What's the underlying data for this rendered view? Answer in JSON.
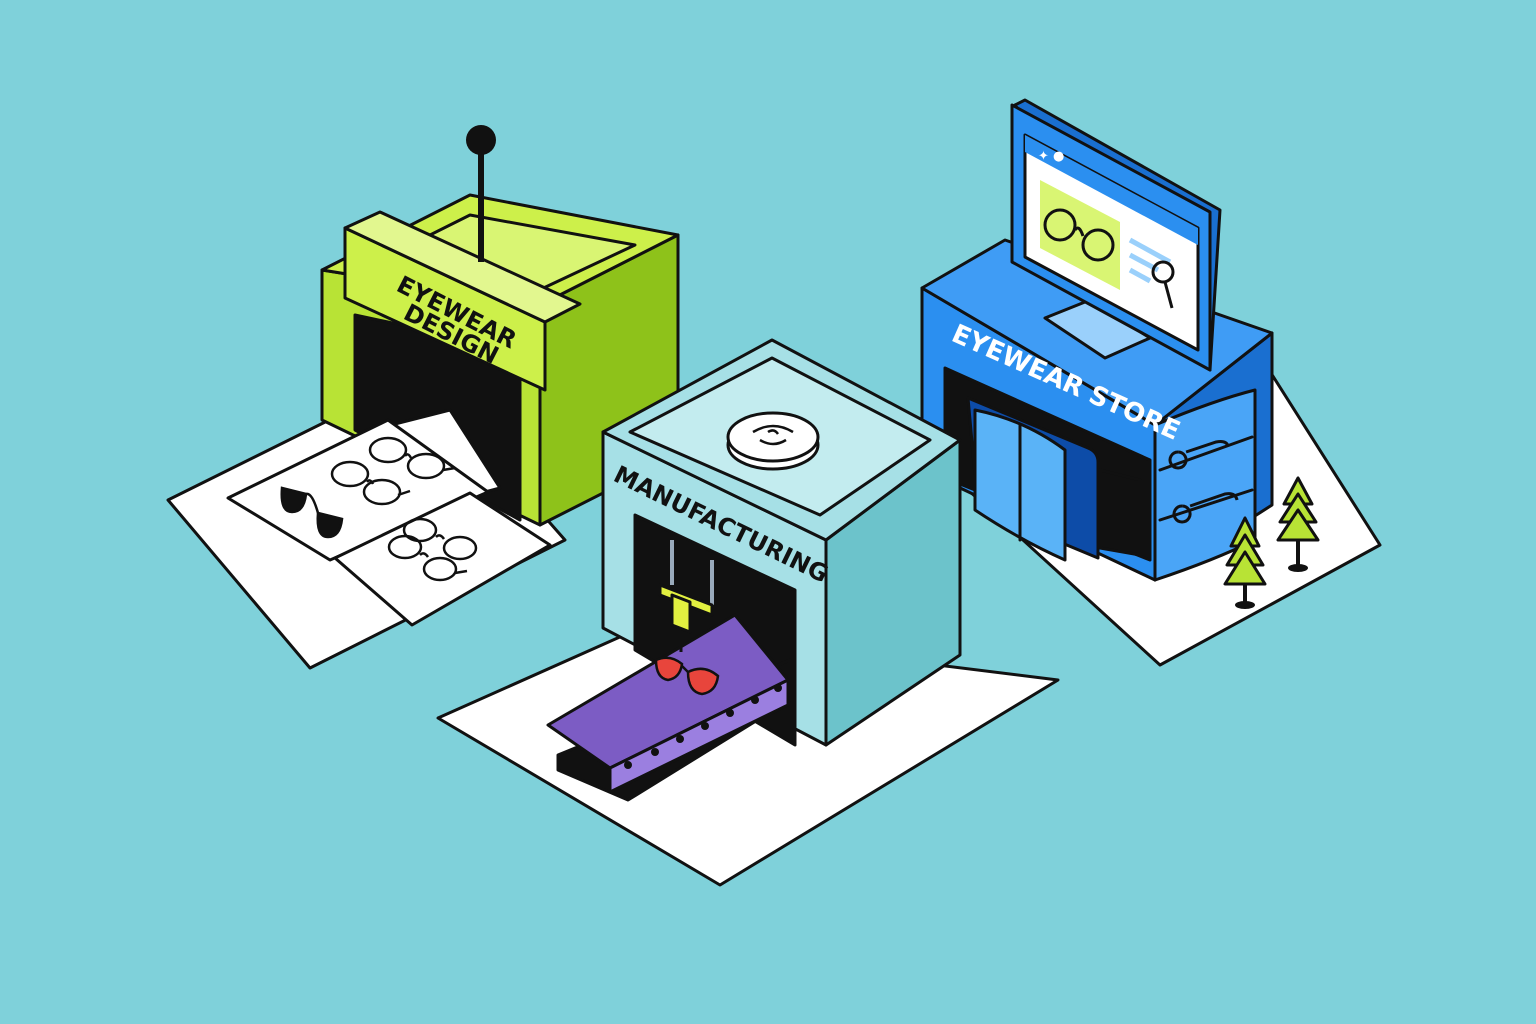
{
  "scene": {
    "background_color": "#7fd1da",
    "buildings": {
      "design": {
        "sign": [
          "EYEWEAR",
          "DESIGN"
        ],
        "color": "#b8e335"
      },
      "manufacturing": {
        "sign": "MANUFACTURING",
        "color": "#a6e0e6"
      },
      "store": {
        "sign": "EYEWEAR STORE",
        "color": "#2b8ff0"
      }
    }
  }
}
